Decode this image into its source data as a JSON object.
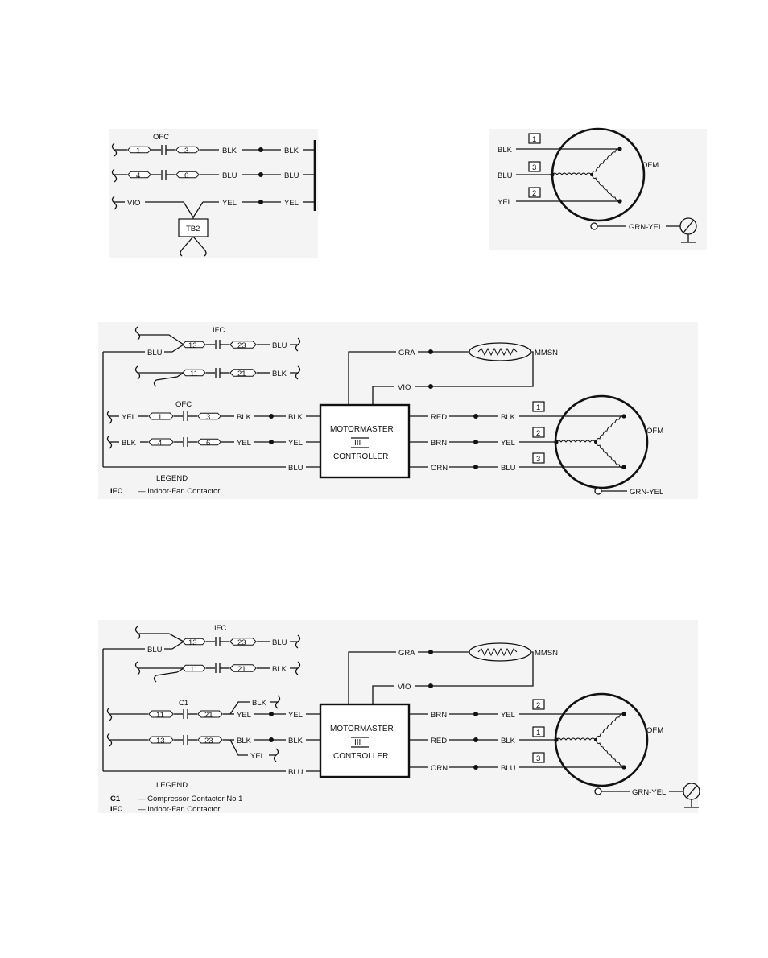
{
  "diagram1": {
    "ofc": "OFC",
    "terms": [
      "1",
      "3",
      "4",
      "6"
    ],
    "wires": [
      "BLK",
      "BLK",
      "BLU",
      "BLU",
      "VIO",
      "YEL",
      "YEL"
    ],
    "tb2": "TB2",
    "motor": {
      "pins": [
        "1",
        "3",
        "2"
      ],
      "wires": [
        "BLK",
        "BLU",
        "YEL"
      ],
      "label": "OFM",
      "ground": "GRN-YEL"
    }
  },
  "diagram2": {
    "ifc": "IFC",
    "ifc_terms": [
      "13",
      "23",
      "11",
      "21"
    ],
    "ifc_wires": [
      "BLU",
      "BLU",
      "BLK"
    ],
    "ofc": "OFC",
    "ofc_terms": [
      "1",
      "3",
      "4",
      "6"
    ],
    "ofc_wires": [
      "YEL",
      "BLK",
      "BLK",
      "BLK",
      "YEL",
      "YEL",
      "BLU"
    ],
    "sensor": {
      "gra": "GRA",
      "vio": "VIO",
      "label": "MMSN"
    },
    "controller": [
      "MOTORMASTER",
      "III",
      "CONTROLLER"
    ],
    "out_wires": [
      "RED",
      "BRN",
      "ORN"
    ],
    "motor": {
      "pins": [
        "1",
        "2",
        "3"
      ],
      "wires": [
        "BLK",
        "YEL",
        "BLU"
      ],
      "label": "OFM",
      "ground": "GRN-YEL"
    },
    "legend": {
      "title": "LEGEND",
      "items": [
        {
          "abbr": "IFC",
          "desc": "—   Indoor-Fan Contactor"
        }
      ]
    }
  },
  "diagram3": {
    "ifc": "IFC",
    "ifc_terms": [
      "13",
      "23",
      "11",
      "21"
    ],
    "ifc_wires": [
      "BLU",
      "BLU",
      "BLK"
    ],
    "c1": "C1",
    "c1_terms": [
      "11",
      "21",
      "13",
      "23"
    ],
    "c1_wires": [
      "BLK",
      "YEL",
      "YEL",
      "BLK",
      "BLK",
      "YEL",
      "BLU"
    ],
    "sensor": {
      "gra": "GRA",
      "vio": "VIO",
      "label": "MMSN"
    },
    "controller": [
      "MOTORMASTER",
      "III",
      "CONTROLLER"
    ],
    "out_wires": [
      "BRN",
      "RED",
      "ORN"
    ],
    "motor": {
      "pins": [
        "2",
        "1",
        "3"
      ],
      "wires": [
        "YEL",
        "BLK",
        "BLU"
      ],
      "label": "OFM",
      "ground": "GRN-YEL"
    },
    "legend": {
      "title": "LEGEND",
      "items": [
        {
          "abbr": "C1",
          "desc": "—   Compressor Contactor No  1"
        },
        {
          "abbr": "IFC",
          "desc": "—   Indoor-Fan Contactor"
        }
      ]
    }
  }
}
